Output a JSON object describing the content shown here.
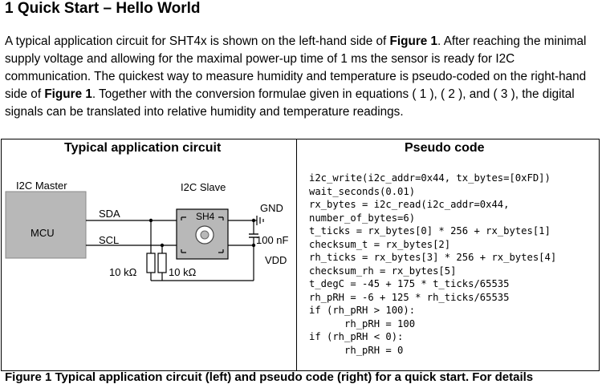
{
  "section": {
    "heading": "1 Quick Start – Hello World"
  },
  "intro": {
    "p1": "A typical application circuit for SHT4x is shown on the left-hand side of ",
    "fig_ref_1": "Figure 1",
    "p2": ". After reaching the minimal supply voltage and allowing for the maximal power-up time of 1 ms the sensor is ready for I2C communication. The quickest way to measure humidity and temperature is pseudo-coded on the right-hand side of ",
    "fig_ref_2": "Figure 1",
    "p3": ". Together with the conversion formulae given in equations ( 1 ), ( 2 ), and ( 3 ), the digital signals can be translated into relative humidity and temperature readings."
  },
  "figure": {
    "left_title": "Typical application circuit",
    "right_title": "Pseudo code",
    "circuit": {
      "master_label": "I2C Master",
      "mcu_label": "MCU",
      "slave_label": "I2C Slave",
      "chip_label": "SH4",
      "sda_label": "SDA",
      "scl_label": "SCL",
      "gnd_label": "GND",
      "vdd_label": "VDD",
      "cap_label": "100 nF",
      "r1_label": "10 kΩ",
      "r2_label": "10 kΩ"
    },
    "code_lines": [
      "i2c_write(i2c_addr=0x44, tx_bytes=[0xFD])",
      "wait_seconds(0.01)",
      "rx_bytes = i2c_read(i2c_addr=0x44,",
      "number_of_bytes=6)",
      "t_ticks = rx_bytes[0] * 256 + rx_bytes[1]",
      "checksum_t = rx_bytes[2]",
      "rh_ticks = rx_bytes[3] * 256 + rx_bytes[4]",
      "checksum_rh = rx_bytes[5]",
      "t_degC = -45 + 175 * t_ticks/65535",
      "rh_pRH = -6 + 125 * rh_ticks/65535",
      "if (rh_pRH > 100):",
      "      rh_pRH = 100",
      "if (rh_pRH < 0):",
      "      rh_pRH = 0"
    ]
  },
  "caption": {
    "partial": "Figure 1 Typical application circuit (left) and pseudo code (right) for a quick start. For details"
  }
}
